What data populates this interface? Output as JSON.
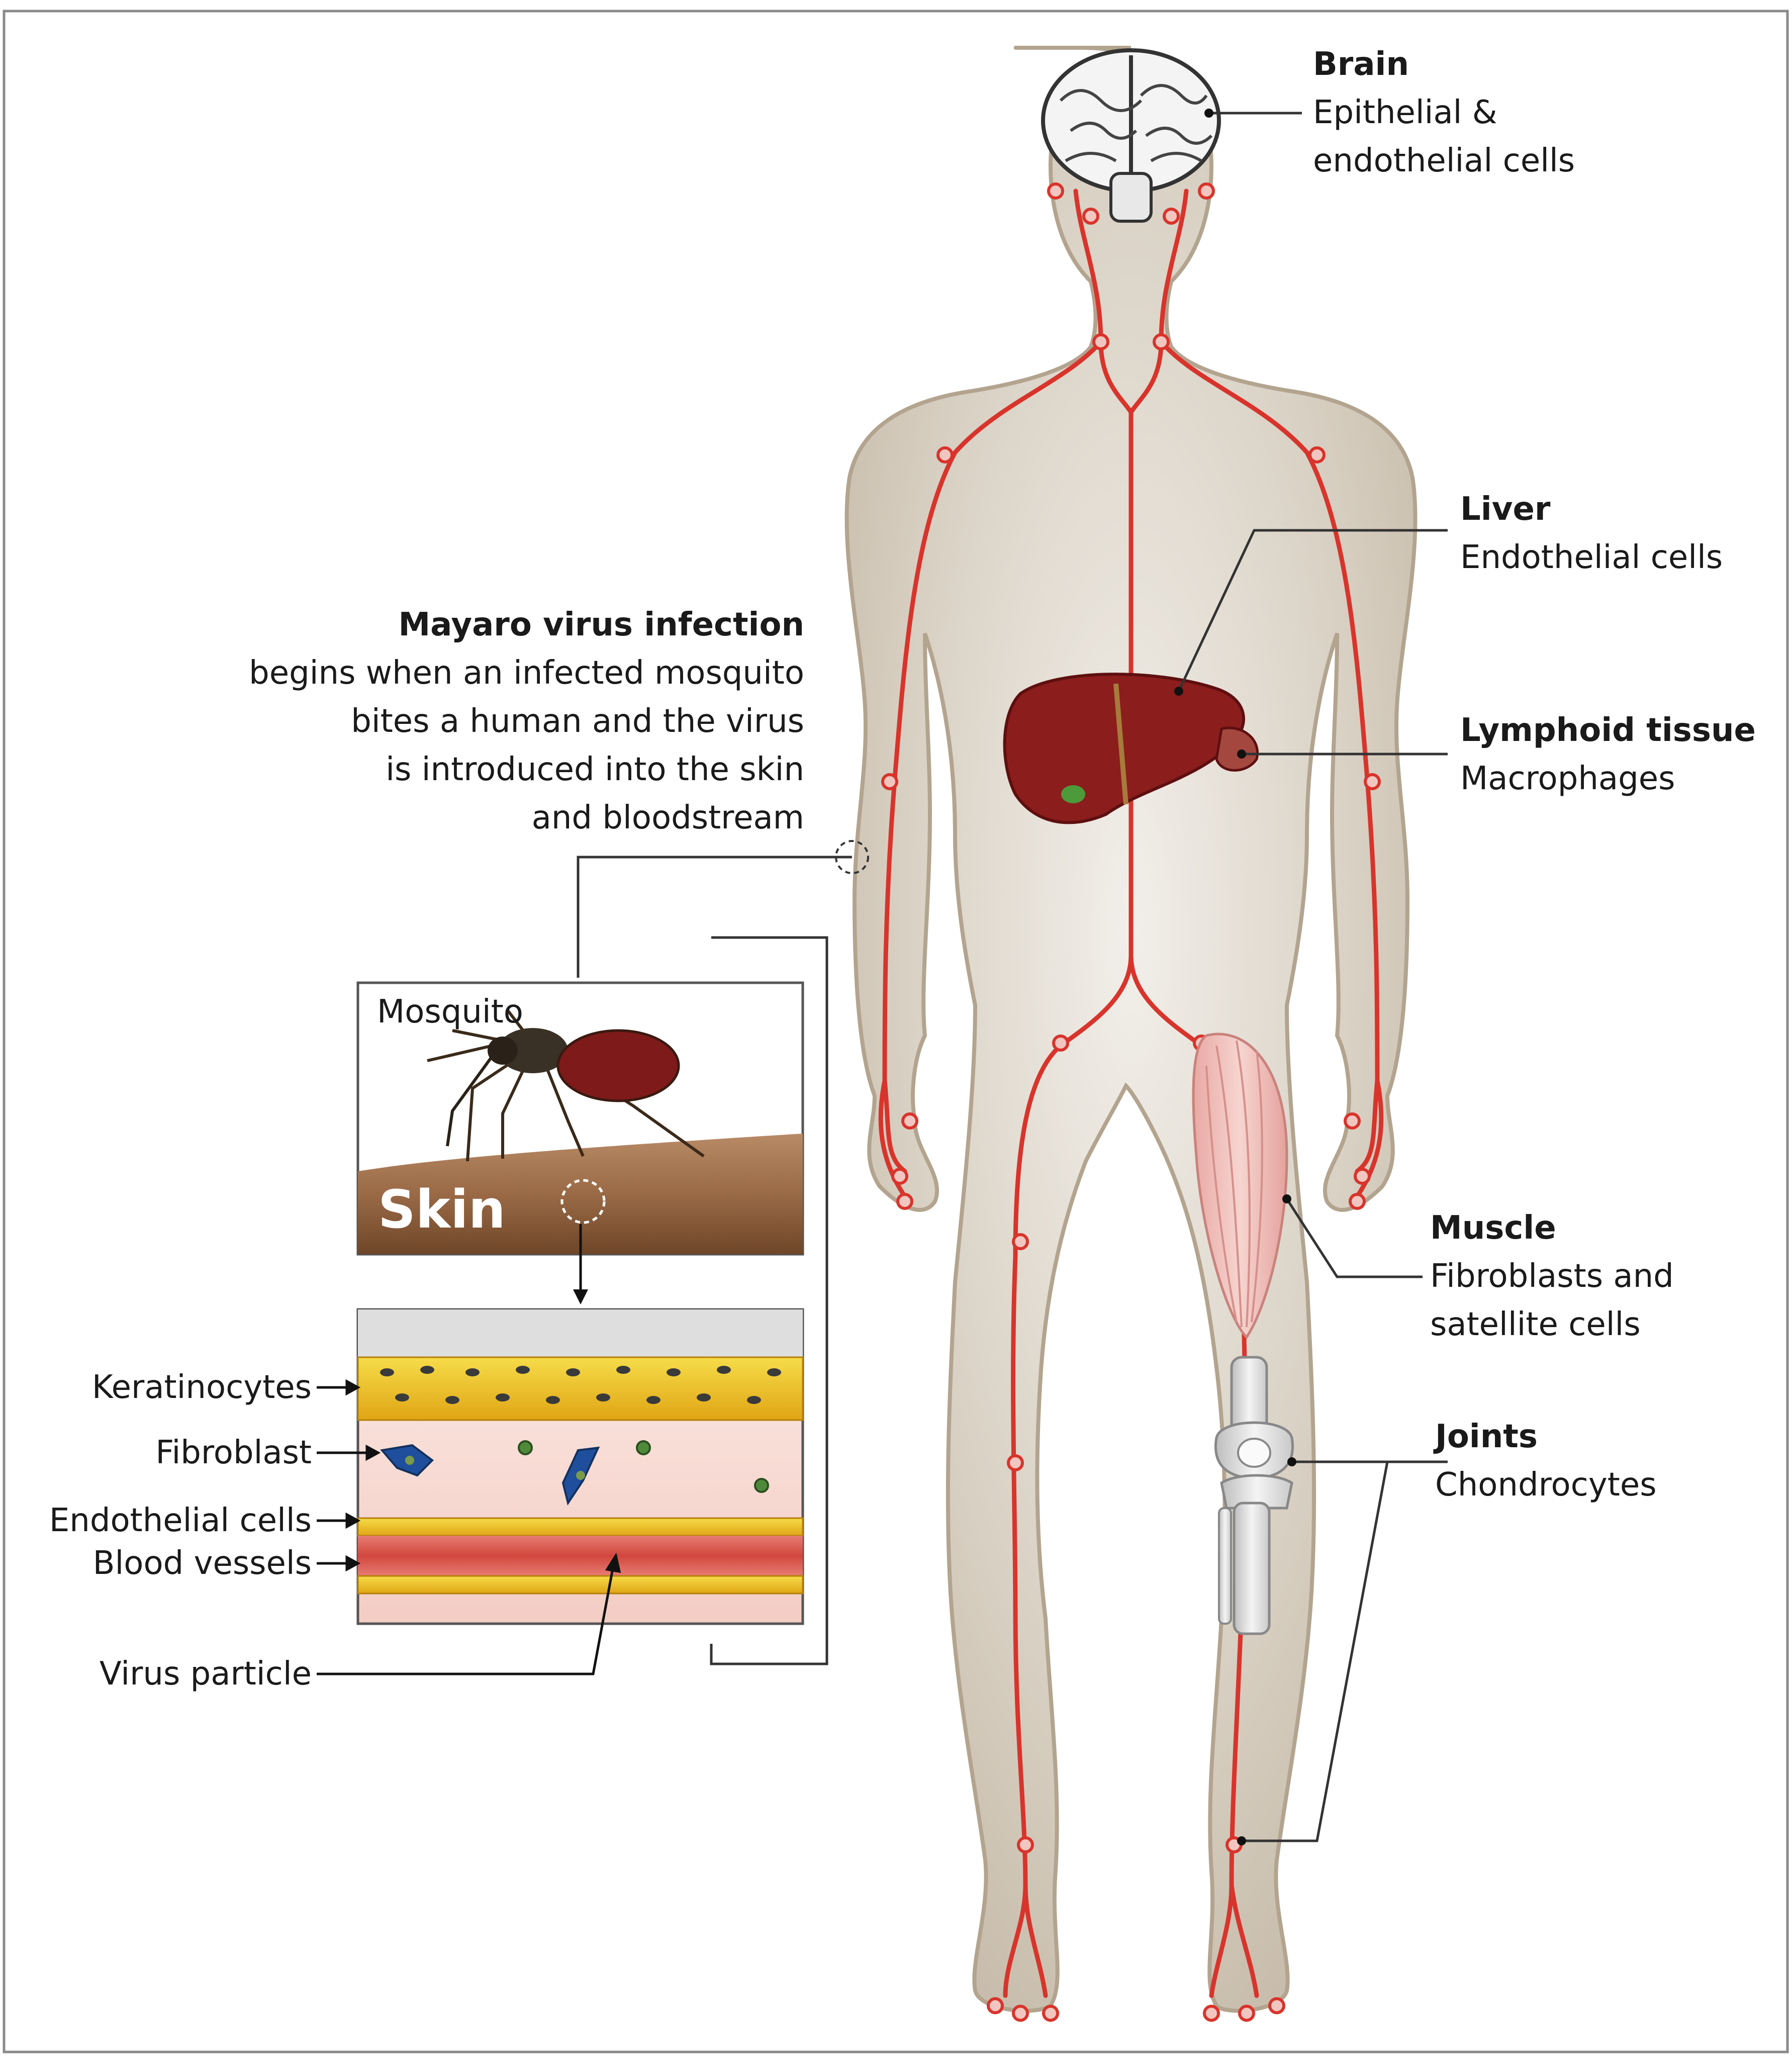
{
  "labels": {
    "brain": {
      "title": "Brain",
      "lines": [
        "Epithelial &",
        "endothelial cells"
      ]
    },
    "liver": {
      "title": "Liver",
      "lines": [
        "Endothelial cells"
      ]
    },
    "lymphoid": {
      "title": "Lymphoid tissue",
      "lines": [
        "Macrophages"
      ]
    },
    "muscle": {
      "title": "Muscle",
      "lines": [
        "Fibroblasts and",
        "satellite cells"
      ]
    },
    "joints": {
      "title": "Joints",
      "lines": [
        "Chondrocytes"
      ]
    },
    "infection": {
      "title": "Mayaro virus infection",
      "lines": [
        "begins when an infected mosquito",
        "bites a human and the virus",
        "is introduced into the skin",
        "and bloodstream"
      ]
    }
  },
  "inset": {
    "mosquito_label": "Mosquito",
    "skin_label": "Skin"
  },
  "skin_layers": {
    "keratinocytes": "Keratinocytes",
    "fibroblast": "Fibroblast",
    "endothelial": "Endothelial cells",
    "blood_vessels": "Blood vessels",
    "virus_particle": "Virus particle"
  },
  "colors": {
    "body": "#cfc4b4",
    "vessel": "#d8342c",
    "organ": "#8b1d1d",
    "keratinocyte": "#f0c419",
    "blood": "#e06a60",
    "fibroblast": "#1f4f9c",
    "virus": "#4e8a3a",
    "border": "#777777"
  }
}
